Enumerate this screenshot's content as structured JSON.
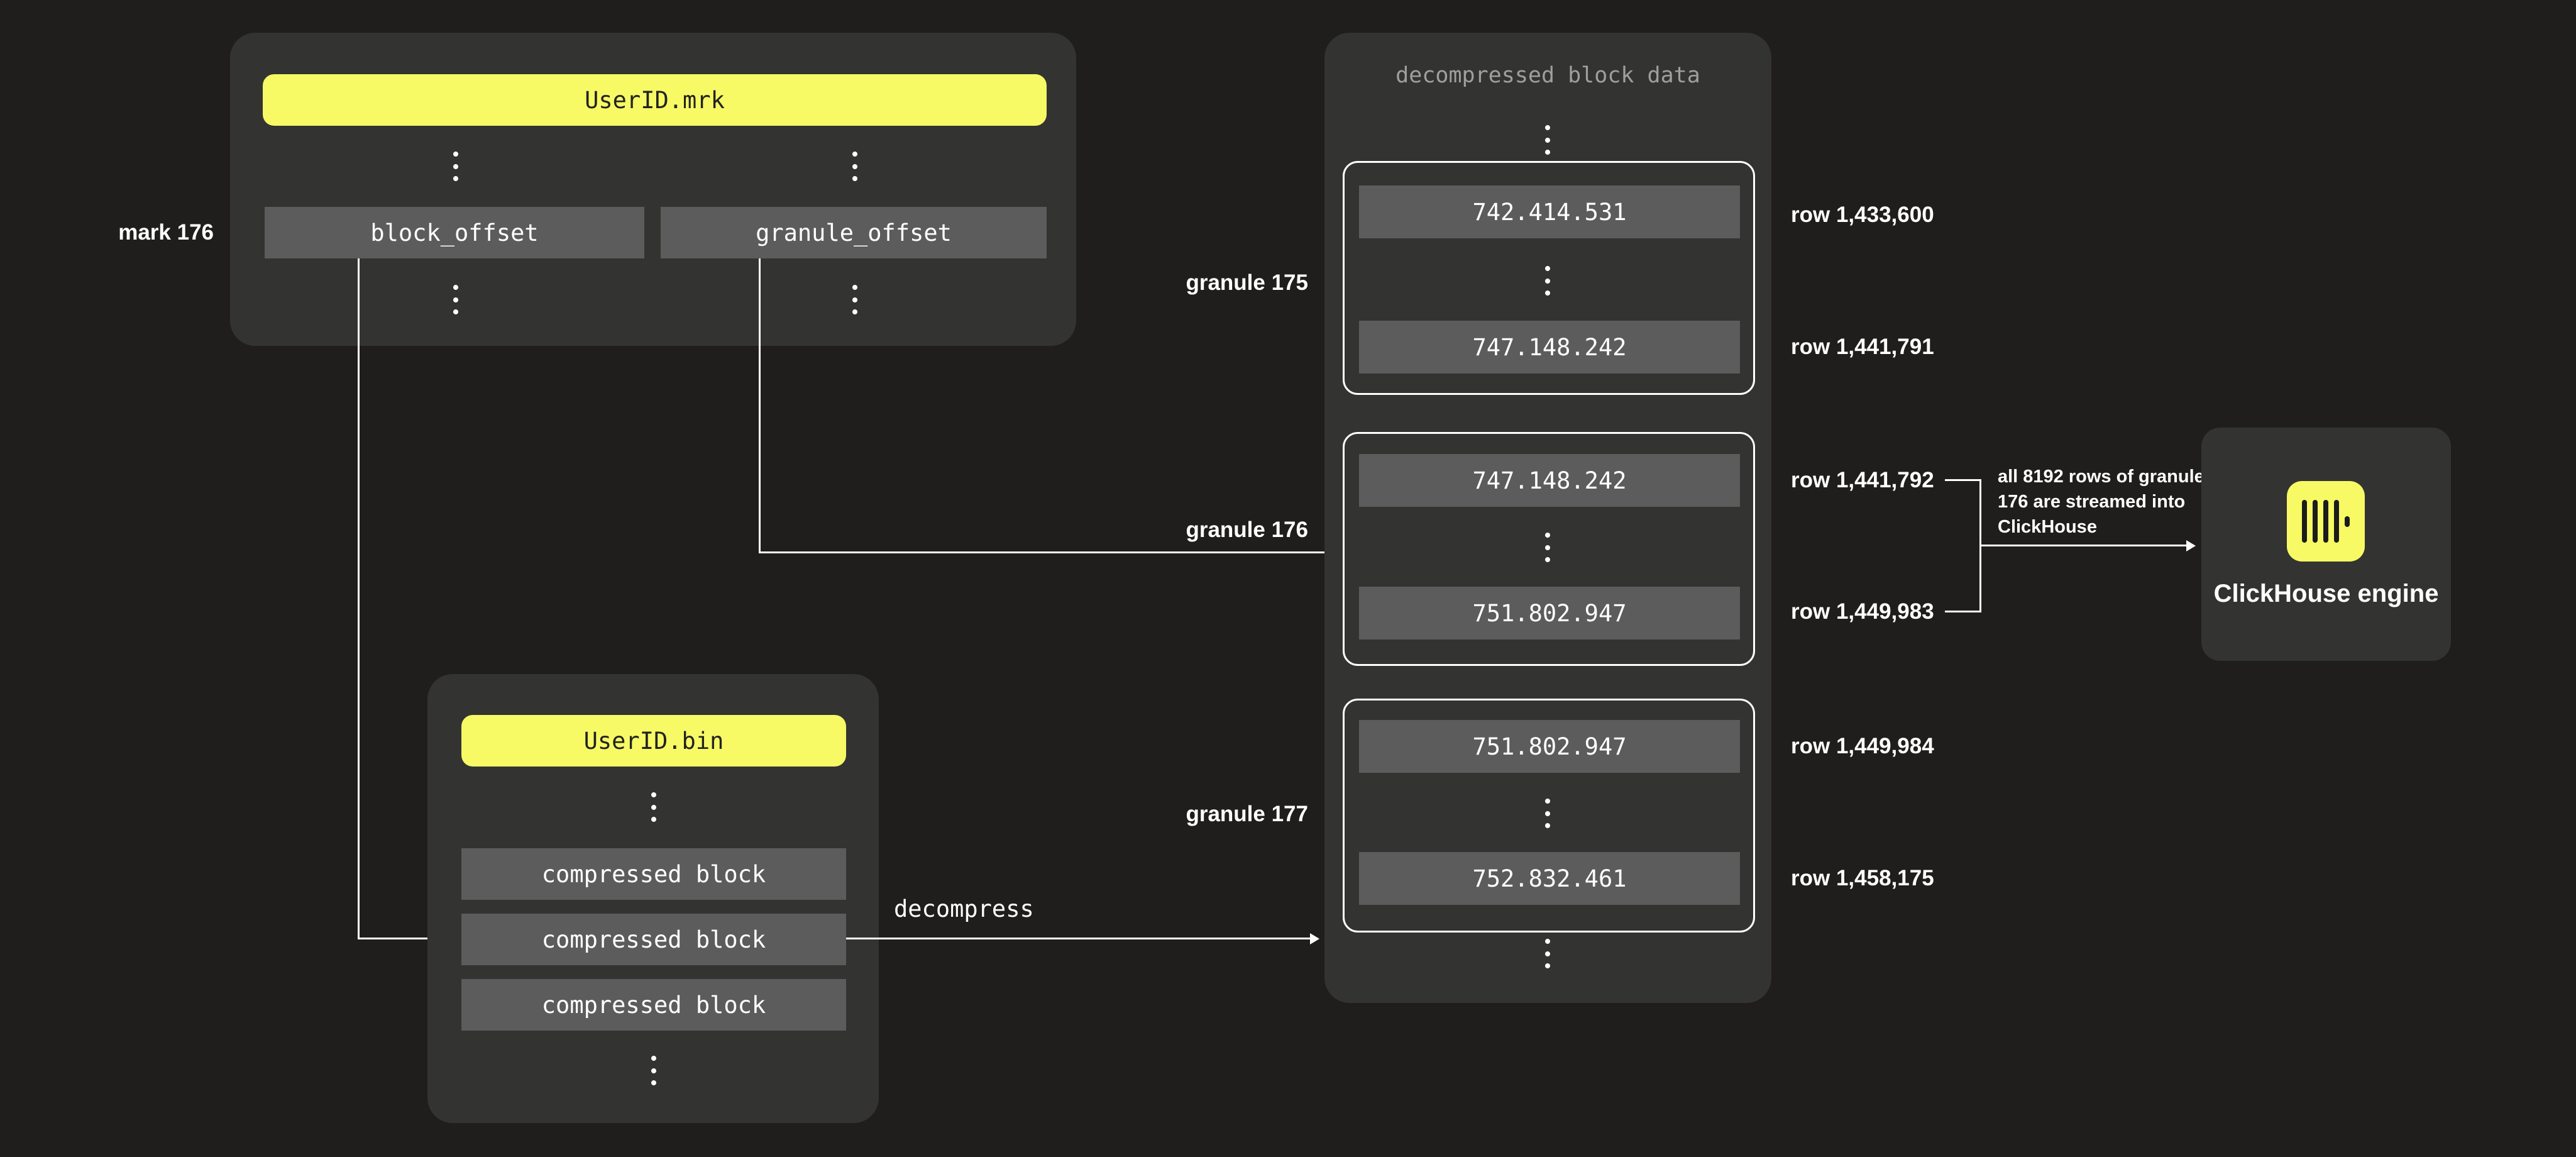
{
  "colors": {
    "background": "#1f1e1c",
    "panel": "#333332",
    "cell_gray": "#5c5c5c",
    "accent_yellow": "#f7fa64",
    "text_white": "#ffffff",
    "muted_gray": "#9f9f9f",
    "dark_text": "#222220"
  },
  "mrk_file": {
    "title": "UserID.mrk",
    "fields": [
      "block_offset",
      "granule_offset"
    ],
    "mark_label": "mark 176"
  },
  "bin_file": {
    "title": "UserID.bin",
    "blocks": [
      "compressed block",
      "compressed block",
      "compressed block"
    ],
    "decompress_label": "decompress"
  },
  "decompressed": {
    "title": "decompressed block data",
    "granules": [
      {
        "label": "granule 175",
        "first_value": "742.414.531",
        "last_value": "747.148.242",
        "first_row": "row 1,433,600",
        "last_row": "row 1,441,791"
      },
      {
        "label": "granule 176",
        "first_value": "747.148.242",
        "last_value": "751.802.947",
        "first_row": "row 1,441,792",
        "last_row": "row 1,449,983"
      },
      {
        "label": "granule 177",
        "first_value": "751.802.947",
        "last_value": "752.832.461",
        "first_row": "row 1,449,984",
        "last_row": "row 1,458,175"
      }
    ]
  },
  "annotation": {
    "line1": "all 8192 rows of granule",
    "line2": "176 are streamed into",
    "line3": "ClickHouse"
  },
  "engine": {
    "label": "ClickHouse engine",
    "logo": "clickhouse-logo"
  }
}
